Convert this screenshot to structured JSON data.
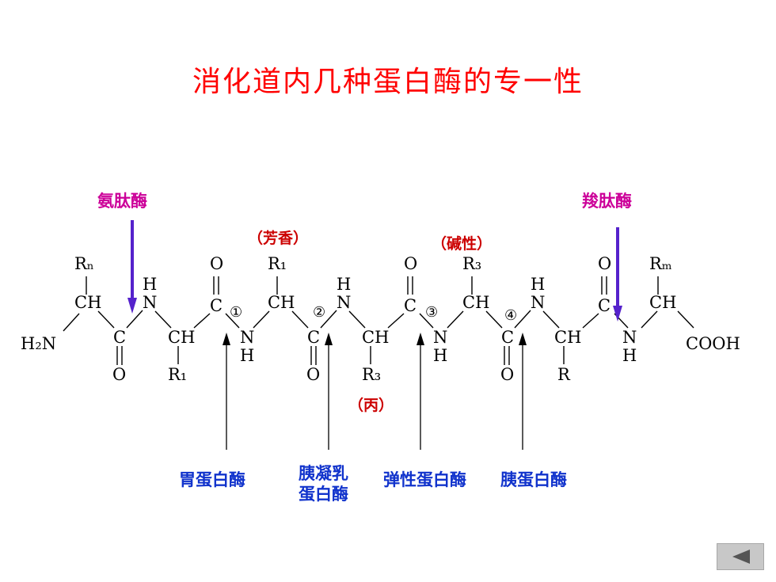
{
  "title": "消化道内几种蛋白酶的专一性",
  "enzymes": {
    "aminopeptidase": "氨肽酶",
    "carboxypeptidase": "羧肽酶",
    "pepsin": "胃蛋白酶",
    "chymotrypsin_line1": "胰凝乳",
    "chymotrypsin_line2": "蛋白酶",
    "elastase": "弹性蛋白酶",
    "trypsin": "胰蛋白酶"
  },
  "residue_notes": {
    "aromatic": "（芳香）",
    "basic": "（碱性）",
    "alanine": "（丙）"
  },
  "structure": {
    "h2n": "H₂N",
    "cooh": "COOH",
    "ch": "CH",
    "c": "C",
    "o": "O",
    "n": "N",
    "h": "H",
    "rn": "Rₙ",
    "r1": "R₁",
    "r3": "R₃",
    "r": "R",
    "rm": "Rₘ",
    "site1": "①",
    "site2": "②",
    "site3": "③",
    "site4": "④"
  },
  "colors": {
    "title": "#ff0000",
    "exo_enzyme": "#cc0099",
    "endo_enzyme": "#1133cc",
    "residue_note": "#cc0000",
    "exo_arrow": "#5522cc"
  },
  "nav": {
    "icon": "back-arrow-icon"
  }
}
